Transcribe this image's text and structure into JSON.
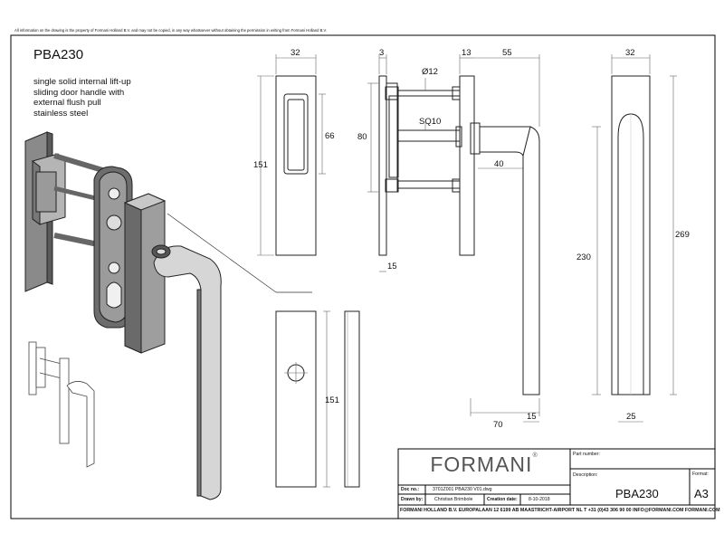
{
  "sheet": {
    "disclaimer": "All information on the drawing is the property of Formani Holland B.V. and may not be copied, in any way whatsoever without obtaining the permission in writing from Formani Holland B.V.",
    "product_code": "PBA230",
    "description_lines": [
      "single solid internal lift-up",
      "sliding door handle with",
      "external flush pull",
      "stainless steel"
    ]
  },
  "dimensions": {
    "flush_pull_width": "32",
    "flush_pull_height": "151",
    "recess_height": "66",
    "gap_3": "3",
    "spindle_diameter": "Ø12",
    "spacer_13": "13",
    "lever_depth": "55",
    "overall_80": "80",
    "spindle_square": "SQ10",
    "lever_40": "40",
    "base_15": "15",
    "lever_length_230": "230",
    "lever_projection_70": "70",
    "lever_thickness_15": "15",
    "rose_width": "32",
    "rose_height": "269",
    "rose_bottom_25": "25",
    "plate_height": "151"
  },
  "title_block": {
    "brand": "FORMANI",
    "brand_mark": "®",
    "part_number_label": "Part number:",
    "description_label": "Description:",
    "format_label": "Format:",
    "doc_label": "Doc no.:",
    "doc_value": "3701Z001 PBA230 V01.dwg",
    "drawn_label": "Drawn by:",
    "drawn_value": "Christian Brimbole",
    "created_label": "Creation date:",
    "created_value": "8-10-2018",
    "product_name": "PBA230",
    "format_value": "A3",
    "footer": "FORMANI HOLLAND B.V.  EUROPALAAN 12  6199 AB MAASTRICHT-AIRPORT  NL  T +31 (0)43 306 90 00  INFO@FORMANI.COM  FORMANI.COM"
  }
}
